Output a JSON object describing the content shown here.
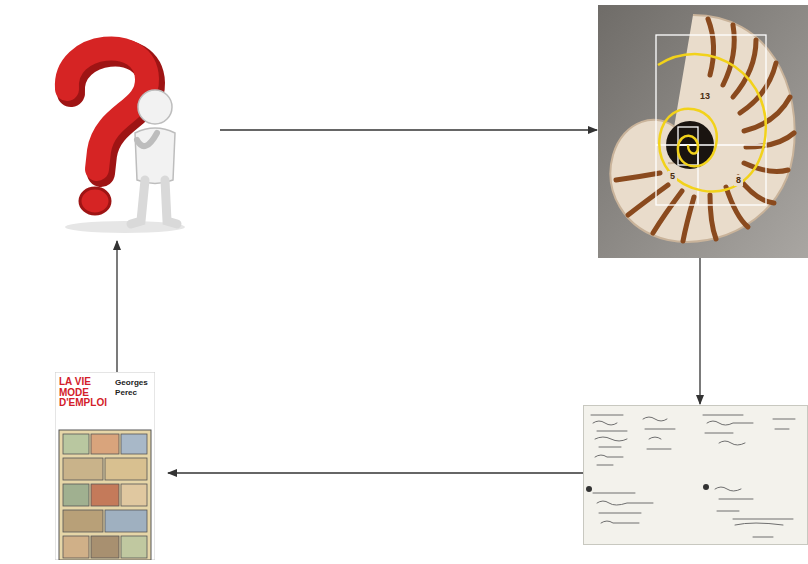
{
  "diagram": {
    "nodes": [
      {
        "text": []
      },
      {
        "text": [
          "13",
          "8",
          "5"
        ]
      },
      {
        "text": []
      },
      {
        "text": [
          "LA VIE MODE D'EMPLOI",
          "Georges Perec"
        ]
      }
    ],
    "edges": [
      {
        "from": 0,
        "to": 1,
        "arrow": "to"
      },
      {
        "from": 1,
        "to": 2,
        "arrow": "to"
      },
      {
        "from": 2,
        "to": 3,
        "arrow": "to"
      },
      {
        "from": 3,
        "to": 0,
        "arrow": "to"
      }
    ]
  }
}
